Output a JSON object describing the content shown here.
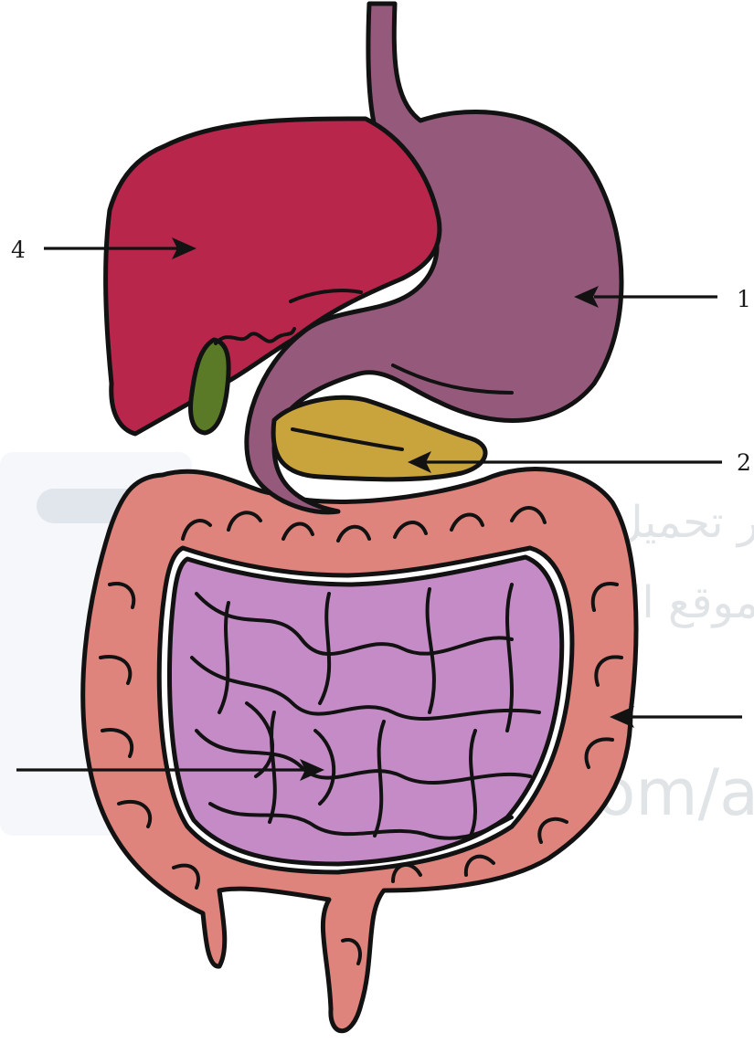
{
  "diagram": {
    "labels": [
      "1",
      "2",
      "4"
    ],
    "watermark": {
      "line1": "ر تحميل هذا الملف من",
      "line2": "موقع المناهج الإماراتية",
      "line3": "alManahj.com/a"
    },
    "colors": {
      "liver": "#b8264b",
      "gallbladder": "#5a7a28",
      "stomach": "#955a7b",
      "pancreas": "#c9a33b",
      "large_intestine": "#de847c",
      "small_intestine": "#c58bc6",
      "outline": "#121212"
    }
  }
}
